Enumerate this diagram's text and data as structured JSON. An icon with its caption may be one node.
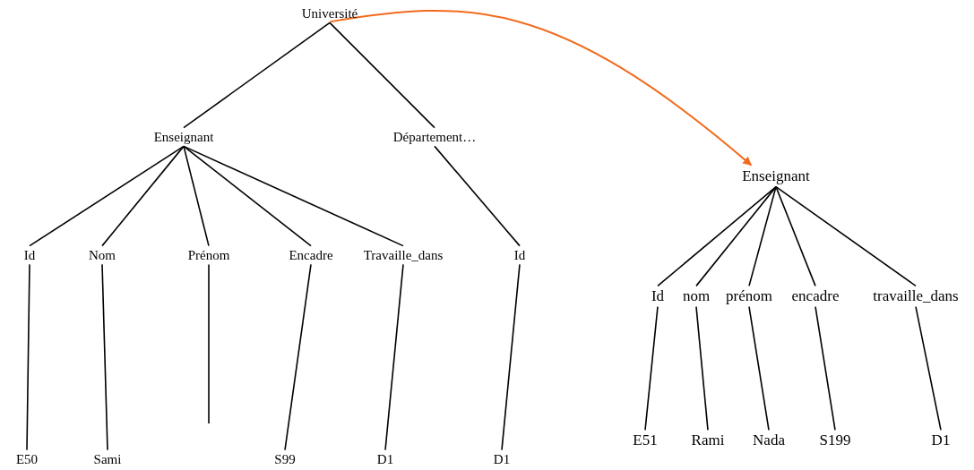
{
  "diagram": {
    "nodes": [
      {
        "text": [
          "Université"
        ]
      },
      {
        "text": [
          "Enseignant"
        ]
      },
      {
        "text": [
          "Département…"
        ]
      },
      {
        "text": [
          "Id"
        ]
      },
      {
        "text": [
          "Nom"
        ]
      },
      {
        "text": [
          "Prénom"
        ]
      },
      {
        "text": [
          "Encadre"
        ]
      },
      {
        "text": [
          "Travaille_dans"
        ]
      },
      {
        "text": [
          "Id"
        ]
      },
      {
        "text": [
          "E50"
        ]
      },
      {
        "text": [
          "Sami"
        ]
      },
      {
        "text": [
          "S99"
        ]
      },
      {
        "text": [
          "D1"
        ]
      },
      {
        "text": [
          "D1"
        ]
      },
      {
        "text": [
          "Enseignant"
        ]
      },
      {
        "text": [
          "Id"
        ]
      },
      {
        "text": [
          "nom"
        ]
      },
      {
        "text": [
          "prénom"
        ]
      },
      {
        "text": [
          "encadre"
        ]
      },
      {
        "text": [
          "travaille_dans"
        ]
      },
      {
        "text": [
          "E51"
        ]
      },
      {
        "text": [
          "Rami"
        ]
      },
      {
        "text": [
          "Nada"
        ]
      },
      {
        "text": [
          "S199"
        ]
      },
      {
        "text": [
          "D1"
        ]
      }
    ],
    "edges": [
      {
        "from": 0,
        "to": 1,
        "arrow": "none"
      },
      {
        "from": 0,
        "to": 2,
        "arrow": "none"
      },
      {
        "from": 1,
        "to": 3,
        "arrow": "none"
      },
      {
        "from": 1,
        "to": 4,
        "arrow": "none"
      },
      {
        "from": 1,
        "to": 5,
        "arrow": "none"
      },
      {
        "from": 1,
        "to": 6,
        "arrow": "none"
      },
      {
        "from": 1,
        "to": 7,
        "arrow": "none"
      },
      {
        "from": 2,
        "to": 8,
        "arrow": "none"
      },
      {
        "from": 3,
        "to": 9,
        "arrow": "none"
      },
      {
        "from": 4,
        "to": 10,
        "arrow": "none"
      },
      {
        "from": 5,
        "to": null,
        "arrow": "none"
      },
      {
        "from": 6,
        "to": 11,
        "arrow": "none"
      },
      {
        "from": 7,
        "to": 12,
        "arrow": "none"
      },
      {
        "from": 8,
        "to": 13,
        "arrow": "none"
      },
      {
        "from": 0,
        "to": 14,
        "arrow": "to",
        "color": "#f26b1d"
      },
      {
        "from": 14,
        "to": 15,
        "arrow": "none"
      },
      {
        "from": 14,
        "to": 16,
        "arrow": "none"
      },
      {
        "from": 14,
        "to": 17,
        "arrow": "none"
      },
      {
        "from": 14,
        "to": 18,
        "arrow": "none"
      },
      {
        "from": 14,
        "to": 19,
        "arrow": "none"
      },
      {
        "from": 15,
        "to": 20,
        "arrow": "none"
      },
      {
        "from": 16,
        "to": 21,
        "arrow": "none"
      },
      {
        "from": 17,
        "to": 22,
        "arrow": "none"
      },
      {
        "from": 18,
        "to": 23,
        "arrow": "none"
      },
      {
        "from": 19,
        "to": 24,
        "arrow": "none"
      }
    ]
  }
}
